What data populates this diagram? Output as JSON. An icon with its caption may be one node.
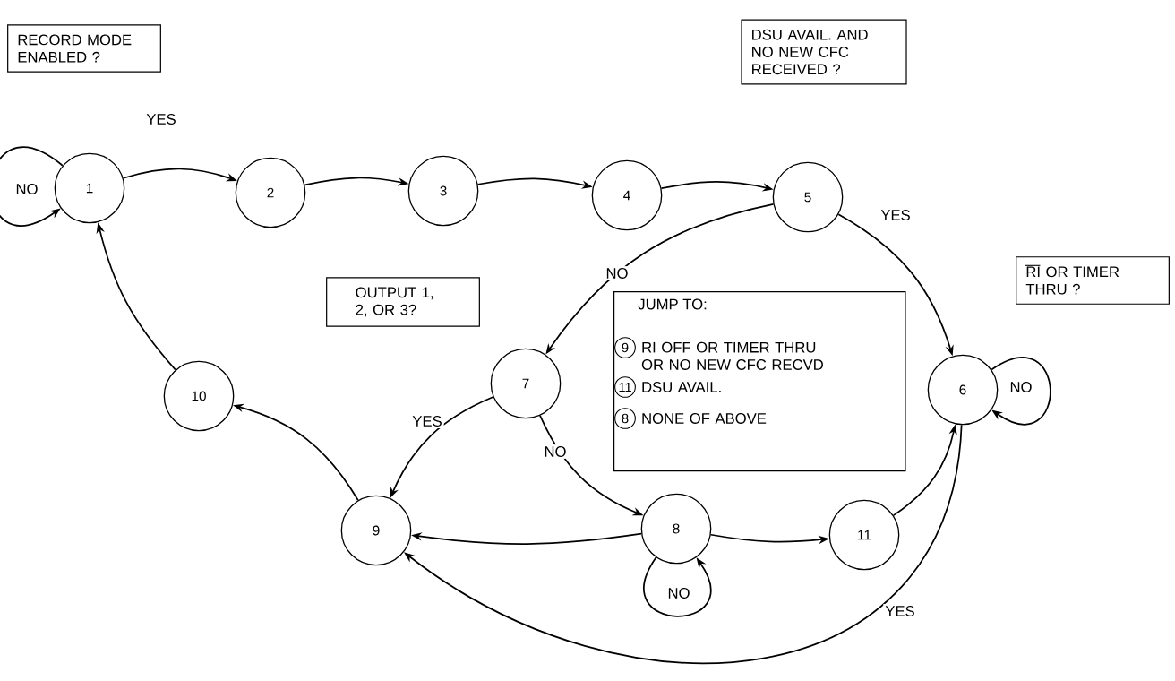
{
  "diagram": {
    "nodes": [
      {
        "text": [
          "RECORD MODE ENABLED ?"
        ]
      },
      {
        "text": [
          "DSU AVAIL. AND NO NEW CFC RECEIVED ?"
        ]
      },
      {
        "text": [
          "1"
        ]
      },
      {
        "text": [
          "2"
        ]
      },
      {
        "text": [
          "3"
        ]
      },
      {
        "text": [
          "4"
        ]
      },
      {
        "text": [
          "5"
        ]
      },
      {
        "text": [
          "RI OR TIMER THRU ?"
        ]
      },
      {
        "text": [
          "OUTPUT 1, 2, OR 3?"
        ]
      },
      {
        "text": [
          "JUMP TO:"
        ]
      },
      {
        "text": [
          "9"
        ],
        "in": 9,
        "beside": [
          "RI OFF OR TIMER THRU OR NO NEW CFC RECVD"
        ]
      },
      {
        "text": [
          "11"
        ],
        "in": 9,
        "beside": [
          "DSU AVAIL."
        ]
      },
      {
        "text": [
          "8"
        ],
        "in": 9,
        "beside": [
          "NONE OF ABOVE"
        ]
      },
      {
        "text": [
          "10"
        ]
      },
      {
        "text": [
          "7"
        ]
      },
      {
        "text": [
          "6"
        ]
      },
      {
        "text": [
          "9"
        ]
      },
      {
        "text": [
          "8"
        ]
      },
      {
        "text": [
          "11"
        ]
      }
    ],
    "edges": [
      {
        "from": 2,
        "to": 2,
        "arrow": "to",
        "label": "NO"
      },
      {
        "from": 2,
        "to": 3,
        "arrow": "to",
        "label": "YES"
      },
      {
        "from": 3,
        "to": 4,
        "arrow": "to"
      },
      {
        "from": 4,
        "to": 5,
        "arrow": "to"
      },
      {
        "from": 5,
        "to": 6,
        "arrow": "to"
      },
      {
        "from": 6,
        "to": 15,
        "arrow": "to",
        "label": "YES"
      },
      {
        "from": 6,
        "to": 14,
        "arrow": "to",
        "label": "NO"
      },
      {
        "from": 14,
        "to": 16,
        "arrow": "to",
        "label": "YES"
      },
      {
        "from": 14,
        "to": 17,
        "arrow": "to",
        "label": "NO"
      },
      {
        "from": 17,
        "to": 16,
        "arrow": "to"
      },
      {
        "from": 17,
        "to": 17,
        "arrow": "to",
        "label": "NO"
      },
      {
        "from": 17,
        "to": 18,
        "arrow": "to"
      },
      {
        "from": 18,
        "to": 15,
        "arrow": "to"
      },
      {
        "from": 15,
        "to": 15,
        "arrow": "to",
        "label": "NO"
      },
      {
        "from": 15,
        "to": 16,
        "arrow": "to",
        "label": "YES"
      },
      {
        "from": 16,
        "to": 13,
        "arrow": "to"
      },
      {
        "from": 13,
        "to": 2,
        "arrow": "to"
      }
    ]
  }
}
